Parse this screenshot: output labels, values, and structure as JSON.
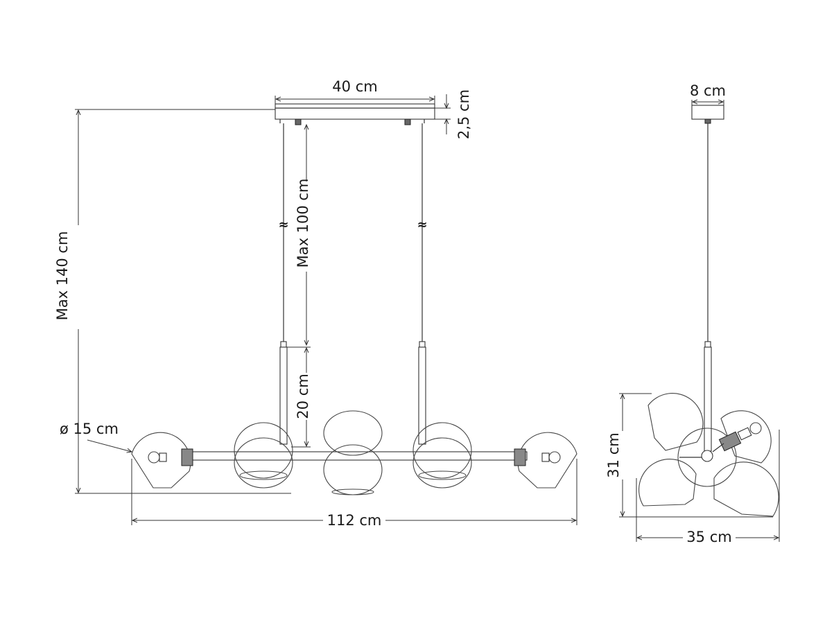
{
  "front_view": {
    "width_label": "40 cm",
    "canopy_height_label": "2,5 cm",
    "cable_length_label": "Max 100 cm",
    "total_height_label": "Max 140 cm",
    "rod_length_label": "20 cm",
    "globe_diameter_label": "ø 15 cm",
    "total_width_label": "112 cm",
    "cable_break_symbol": "≈"
  },
  "side_view": {
    "canopy_diameter_label": "8 cm",
    "height_label": "31 cm",
    "depth_label": "35 cm"
  }
}
